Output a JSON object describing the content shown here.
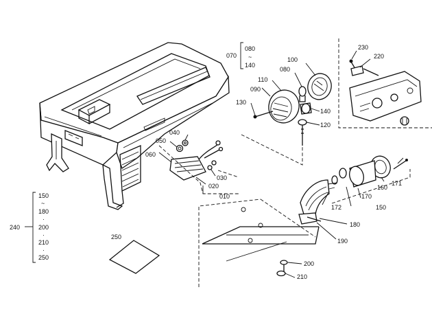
{
  "labels": {
    "l070": "070",
    "l080top": "080",
    "ltilde1": "~",
    "l140top": "140",
    "l100": "100",
    "l080": "080",
    "l110": "110",
    "l090": "090",
    "l130": "130",
    "l140": "140",
    "l120": "120",
    "l230": "230",
    "l220": "220",
    "l040": "040",
    "l050": "050",
    "l060": "060",
    "l030": "030",
    "l020": "020",
    "l010": "010",
    "l171": "171",
    "l160": "160",
    "l170": "170",
    "l172": "172",
    "l150": "150",
    "l180": "180",
    "l190": "190",
    "l200": "200",
    "l210": "210",
    "l250": "250",
    "l240": "240",
    "g150": "150",
    "gtilde": "~",
    "g180": "180",
    "gdot1": "·",
    "g200": "200",
    "gdot2": "·",
    "g210": "210",
    "gdot3": "·",
    "g250": "250"
  }
}
